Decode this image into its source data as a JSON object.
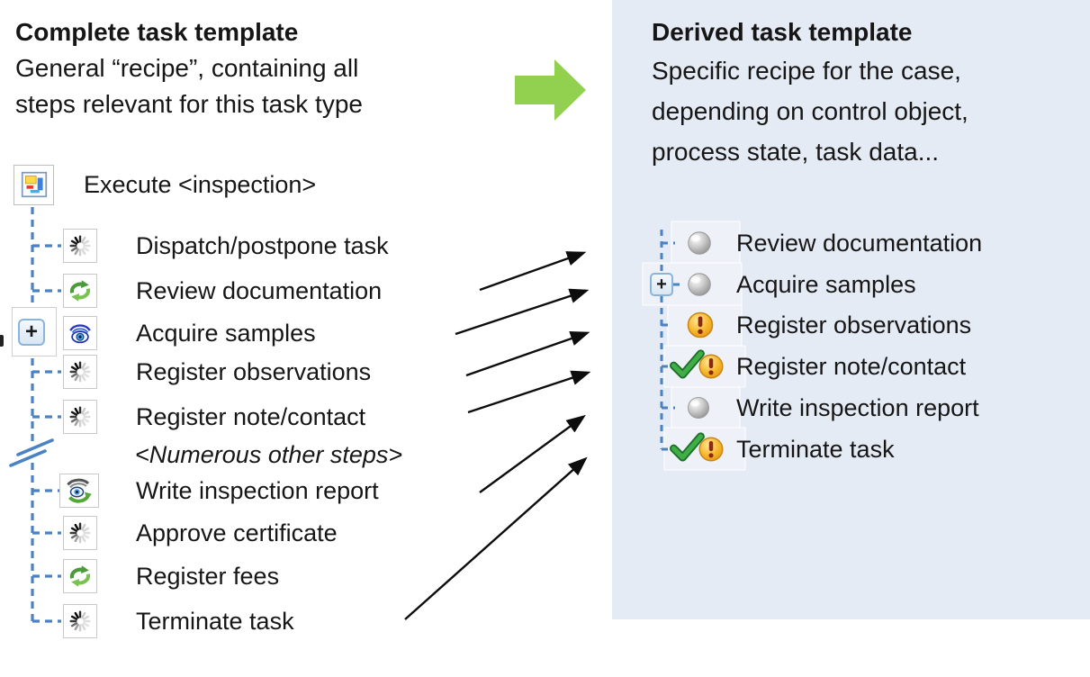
{
  "diagram": {
    "left_panel": {
      "title": "Complete task template",
      "subtitle_lines": [
        "General “recipe”, containing all",
        "steps relevant for this task type"
      ],
      "root": {
        "label": "Execute <inspection>",
        "icon": "task-template-icon"
      },
      "items": [
        {
          "label": "Dispatch/postpone task",
          "icon": "spinner-icon"
        },
        {
          "label": "Review documentation",
          "icon": "sync-arrows-icon"
        },
        {
          "label": "Acquire samples",
          "icon": "eye-icon",
          "expandable": true
        },
        {
          "label": "Register observations",
          "icon": "spinner-icon"
        },
        {
          "label": "Register note/contact",
          "icon": "spinner-icon"
        },
        {
          "label": "<Numerous other steps>",
          "icon": "line-break-mark",
          "emphasis": "italic"
        },
        {
          "label": "Write inspection report",
          "icon": "eye-review-icon"
        },
        {
          "label": "Approve certificate",
          "icon": "spinner-icon"
        },
        {
          "label": "Register fees",
          "icon": "sync-arrows-icon"
        },
        {
          "label": "Terminate task",
          "icon": "spinner-icon"
        }
      ]
    },
    "right_panel": {
      "title": "Derived task template",
      "subtitle_lines": [
        "Specific recipe for the case,",
        "depending on control object,",
        "process state, task data..."
      ],
      "items": [
        {
          "label": "Review documentation",
          "icon": "gray-sphere-icon"
        },
        {
          "label": "Acquire samples",
          "icon": "gray-sphere-icon",
          "expandable": true
        },
        {
          "label": "Register observations",
          "icon": "warning-ball-icon"
        },
        {
          "label": "Register note/contact",
          "icon": "check-warning-icon"
        },
        {
          "label": "Write inspection report",
          "icon": "gray-sphere-icon"
        },
        {
          "label": "Terminate task",
          "icon": "check-warning-icon"
        }
      ]
    },
    "mapped_steps": [
      "Review documentation",
      "Acquire samples",
      "Register observations",
      "Register note/contact",
      "Write inspection report",
      "Terminate task"
    ],
    "glyphs": {
      "plus": "+"
    },
    "colors": {
      "panel_background": "#e5ebf4",
      "tree_line_blue": "#4a82c4",
      "transform_arrow_green": "#92d050",
      "mapping_arrow_black": "#0d0d0d",
      "warning_orange": "#f0a818",
      "check_green": "#3fae46",
      "sphere_gray": "#b5b5b5"
    }
  }
}
